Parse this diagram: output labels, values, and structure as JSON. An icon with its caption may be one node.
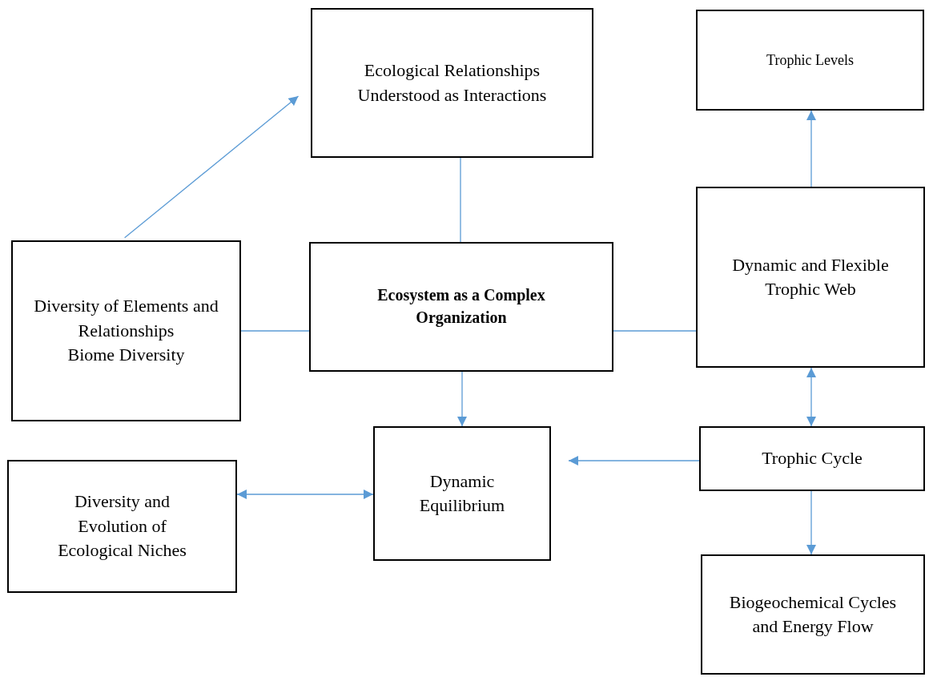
{
  "diagram": {
    "nodes": [
      {
        "text": [
          "Ecological Relationships Understood as Interactions"
        ]
      },
      {
        "text": [
          "Trophic Levels"
        ]
      },
      {
        "text": [
          "Diversity of Elements and Relationships",
          "Biome Diversity"
        ]
      },
      {
        "text": [
          "Ecosystem as a Complex Organization"
        ]
      },
      {
        "text": [
          "Dynamic and Flexible Trophic Web"
        ]
      },
      {
        "text": [
          "Diversity and Evolution of Ecological Niches"
        ]
      },
      {
        "text": [
          "Dynamic Equilibrium"
        ]
      },
      {
        "text": [
          "Trophic Cycle"
        ]
      },
      {
        "text": [
          "Biogeochemical Cycles and Energy Flow"
        ]
      }
    ],
    "edges": [
      {
        "from": 2,
        "to": 0,
        "arrow": "to"
      },
      {
        "from": 0,
        "to": 3,
        "arrow": "none"
      },
      {
        "from": 2,
        "to": 3,
        "arrow": "none"
      },
      {
        "from": 3,
        "to": 4,
        "arrow": "none"
      },
      {
        "from": 4,
        "to": 1,
        "arrow": "to"
      },
      {
        "from": 3,
        "to": 6,
        "arrow": "to"
      },
      {
        "from": 4,
        "to": 7,
        "arrow": "both"
      },
      {
        "from": 7,
        "to": 6,
        "arrow": "to"
      },
      {
        "from": 5,
        "to": 6,
        "arrow": "both"
      },
      {
        "from": 7,
        "to": 8,
        "arrow": "to"
      }
    ]
  }
}
